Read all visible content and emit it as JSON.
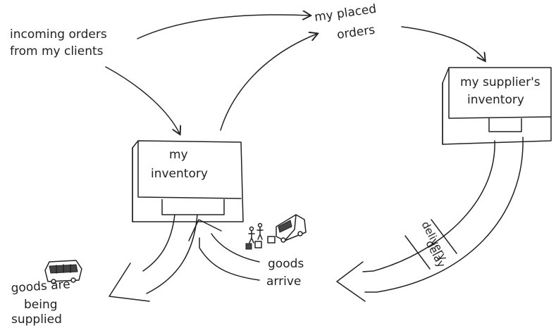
{
  "labels": {
    "incoming_orders": [
      "incoming orders",
      "from my clients"
    ],
    "placed_orders": [
      "my placed",
      "orders"
    ],
    "supplier_inventory": [
      "my supplier's",
      "inventory"
    ],
    "my_inventory": [
      "my",
      "inventory"
    ],
    "delivery_delay": [
      "delivery",
      "delay"
    ],
    "goods_arrive": [
      "goods",
      "arrive"
    ],
    "goods_supplied": [
      "goods are",
      "being",
      "supplied"
    ]
  },
  "colors": {
    "ink": "#222222",
    "background": "#ffffff"
  },
  "icons": [
    "delivery-truck-icon",
    "people-with-boxes-icon",
    "bus-icon"
  ]
}
